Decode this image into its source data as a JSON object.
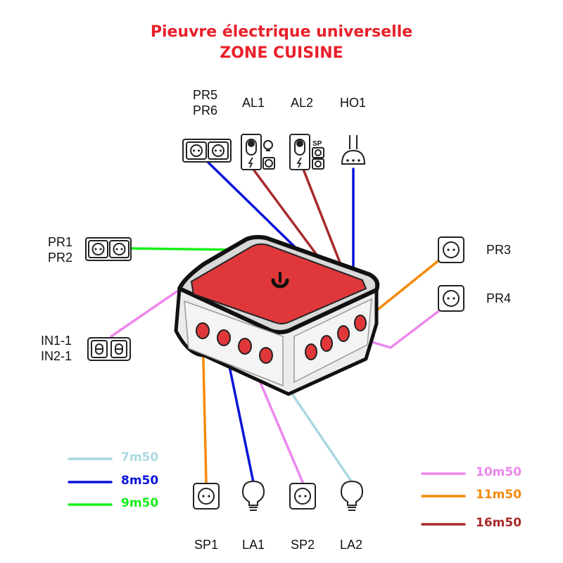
{
  "title": {
    "line1": "Pieuvre électrique universelle",
    "line2": "ZONE CUISINE"
  },
  "top_labels": {
    "pr56": [
      "PR5",
      "PR6"
    ],
    "al1": "AL1",
    "al2": "AL2",
    "ho1": "HO1"
  },
  "left_labels": {
    "pr12": [
      "PR1",
      "PR2"
    ],
    "in": [
      "IN1-1",
      "IN2-1"
    ]
  },
  "right_labels": {
    "pr3": "PR3",
    "pr4": "PR4"
  },
  "bottom_labels": {
    "sp1": "SP1",
    "la1": "LA1",
    "sp2": "SP2",
    "la2": "LA2"
  },
  "icon_text": {
    "sp": "SP"
  },
  "legend": [
    {
      "length": "7m50",
      "color": "#aad8e0"
    },
    {
      "length": "8m50",
      "color": "#0a14d8"
    },
    {
      "length": "9m50",
      "color": "#19f019"
    },
    {
      "length": "10m50",
      "color": "#ec87ec"
    },
    {
      "length": "11m50",
      "color": "#f58a0a"
    },
    {
      "length": "16m50",
      "color": "#a82a2a"
    }
  ],
  "colors": {
    "title": "#e8202a",
    "box_top": "#e0383a",
    "box_body": "#ededed",
    "outline": "#111111"
  }
}
